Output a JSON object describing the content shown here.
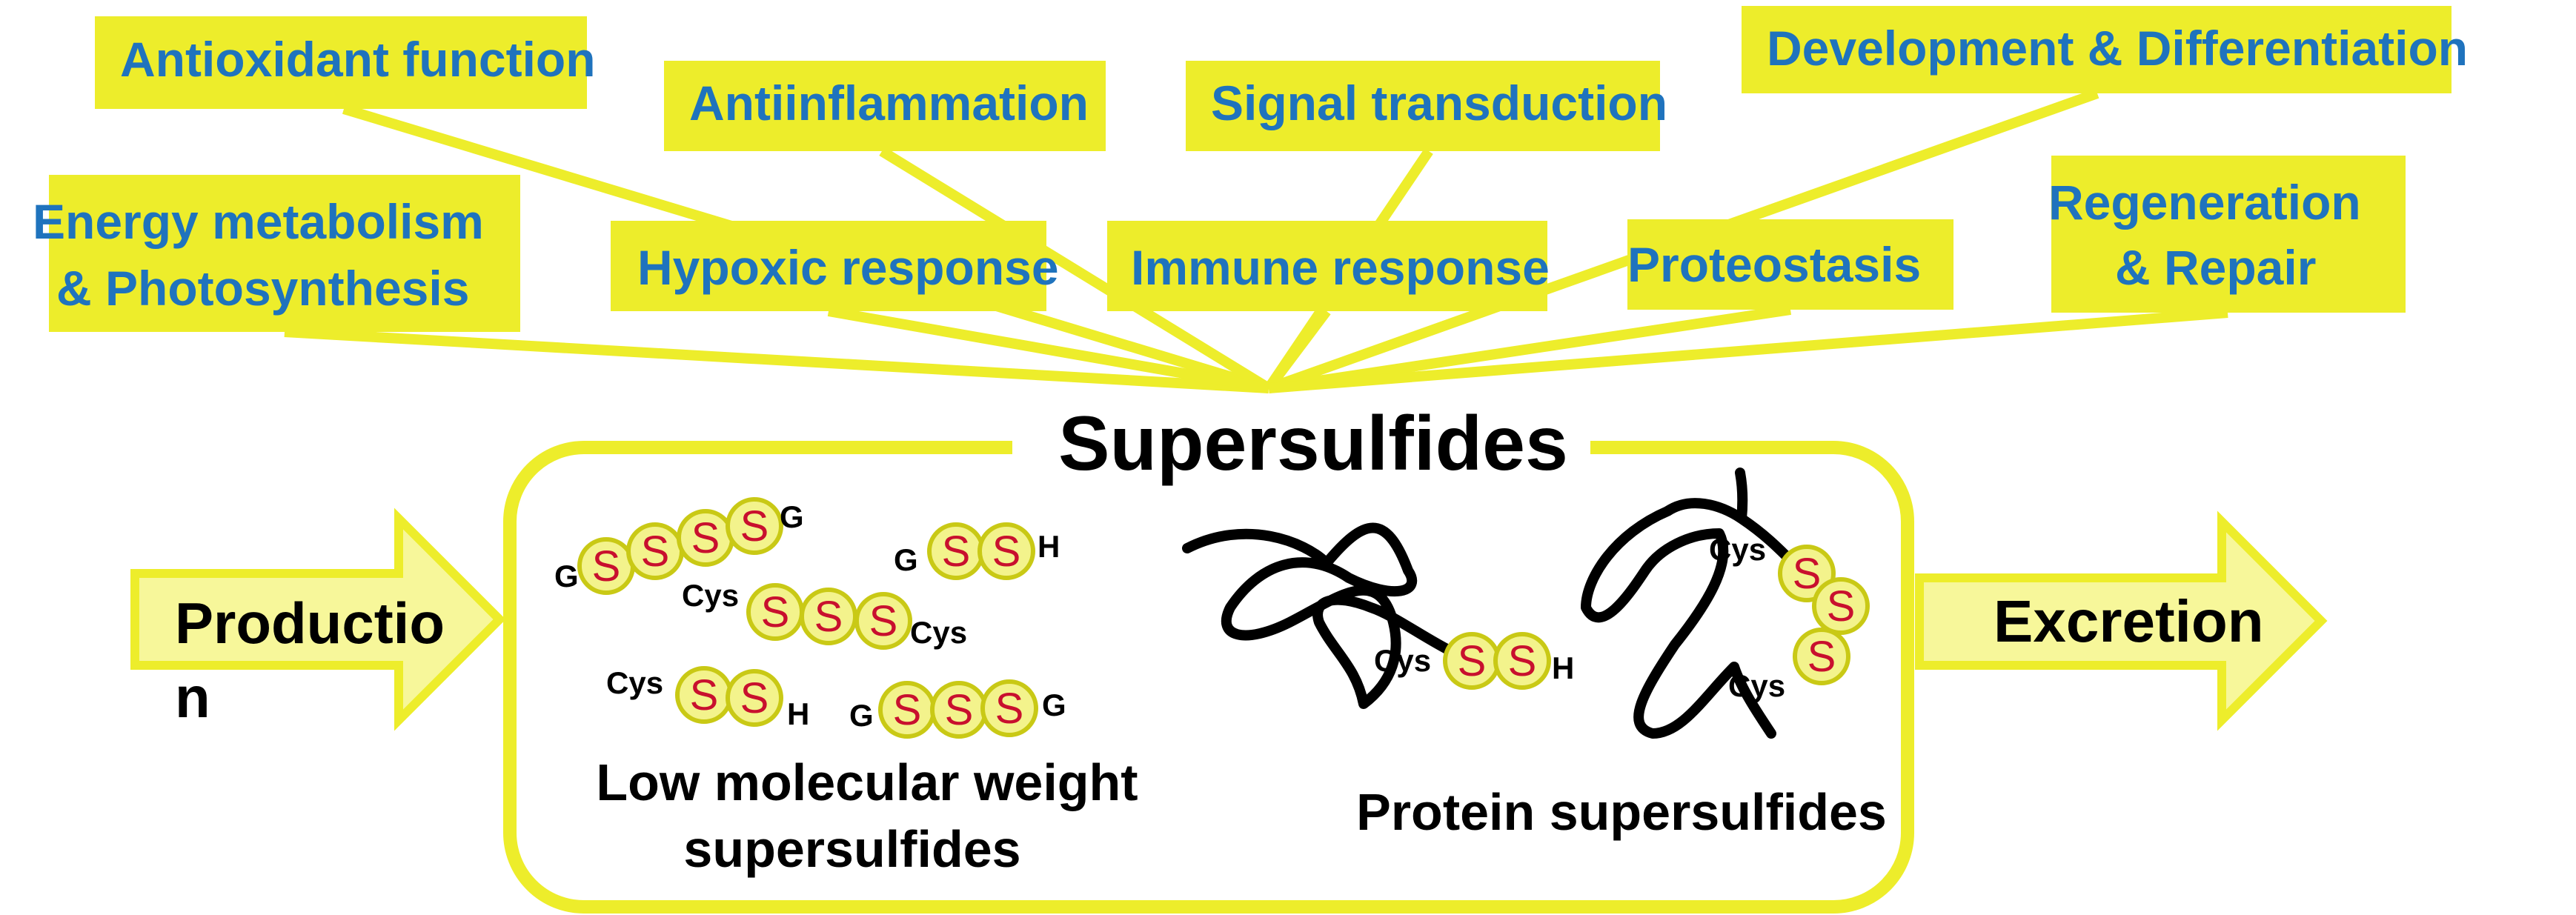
{
  "colors": {
    "box_fill": "#eded2b",
    "box_text": "#1f73bd",
    "frame": "#eded2b",
    "arrow_fill": "#f7f79a",
    "arrow_stroke": "#eded2b",
    "atom_fill": "#f3f38c",
    "atom_stroke": "#c9c915",
    "atom_text": "#c8102e",
    "text": "#000000"
  },
  "functions": {
    "antioxidant": "Antioxidant function",
    "antiinflammation": "Antiinflammation",
    "signal": "Signal transduction",
    "development": "Development & Differentiation",
    "energy_line1": "Energy metabolism",
    "energy_line2": "& Photosynthesis",
    "hypoxic": "Hypoxic response",
    "immune": "Immune response",
    "proteostasis": "Proteostasis",
    "regen_line1": "Regeneration",
    "regen_line2": "& Repair"
  },
  "center": {
    "title": "Supersulfides",
    "low_mw_line1": "Low molecular weight",
    "low_mw_line2": "supersulfides",
    "protein": "Protein supersulfides"
  },
  "arrows": {
    "production_line1": "Productio",
    "production_line2": "n",
    "excretion": "Excretion"
  },
  "molecules": {
    "sulfur": "S",
    "g": "G",
    "h": "H",
    "cys": "Cys"
  }
}
